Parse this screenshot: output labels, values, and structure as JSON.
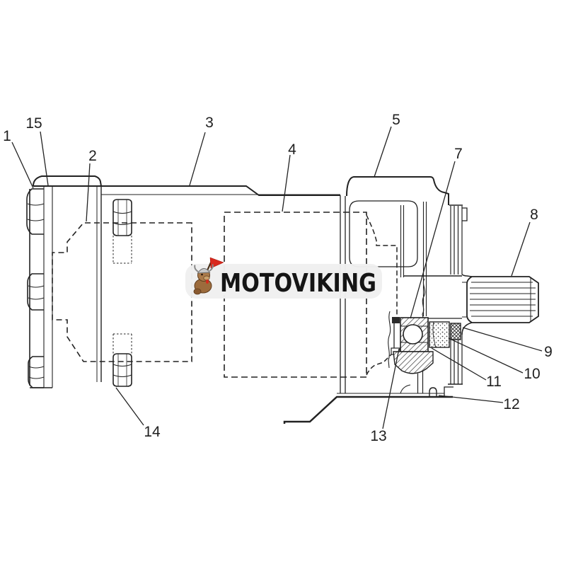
{
  "page": {
    "background": "#ffffff"
  },
  "diagram": {
    "type": "pump cross-section parts diagram",
    "line_color": "#222222",
    "callouts": [
      {
        "label": "1"
      },
      {
        "label": "2"
      },
      {
        "label": "3"
      },
      {
        "label": "4"
      },
      {
        "label": "5"
      },
      {
        "label": "7"
      },
      {
        "label": "8"
      },
      {
        "label": "9"
      },
      {
        "label": "10"
      },
      {
        "label": "11"
      },
      {
        "label": "12"
      },
      {
        "label": "13"
      },
      {
        "label": "14"
      },
      {
        "label": "15"
      }
    ]
  },
  "watermark": {
    "brand": "MOTOVIKING",
    "pill_color": "#efefef",
    "text_color": "#151515",
    "flag_color": "#d8281d"
  }
}
